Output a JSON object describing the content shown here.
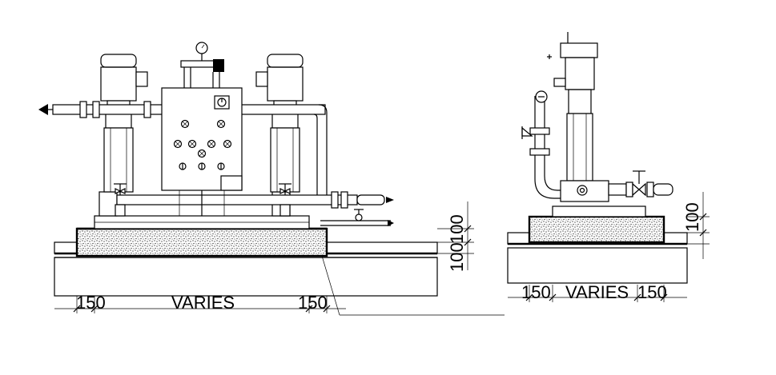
{
  "dimensions": {
    "left_view": {
      "left_margin": "150",
      "middle": "VARIES",
      "right_margin": "150",
      "height_upper": "100",
      "height_lower": "100"
    },
    "right_view": {
      "left_margin": "150",
      "middle": "VARIES",
      "right_margin": "150",
      "height_upper": "100"
    }
  },
  "colors": {
    "line": "#000000",
    "background": "#ffffff"
  }
}
